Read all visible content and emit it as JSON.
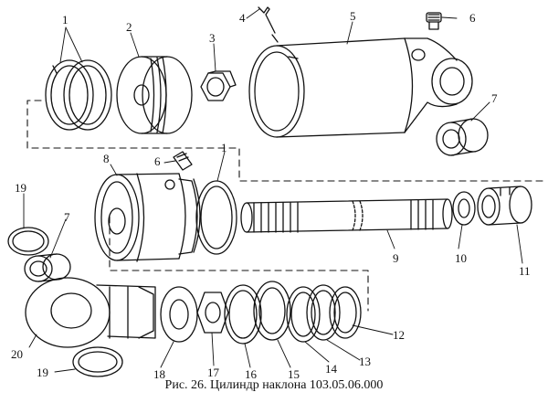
{
  "caption": "Рис. 26. Цилиндр наклона 103.05.06.000",
  "callouts": [
    "1",
    "2",
    "3",
    "4",
    "5",
    "6",
    "7",
    "8",
    "6",
    "1",
    "19",
    "7",
    "9",
    "10",
    "11",
    "20",
    "19",
    "18",
    "17",
    "16",
    "15",
    "14",
    "13",
    "12"
  ]
}
